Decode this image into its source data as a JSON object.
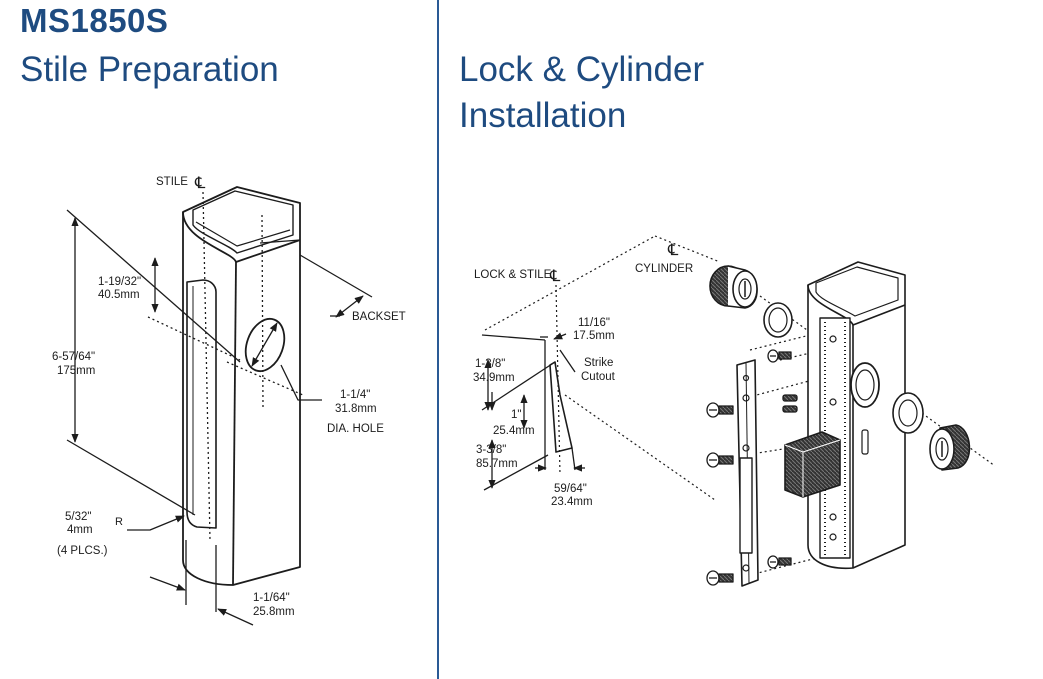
{
  "header": {
    "model": "MS1850S",
    "left_title": "Stile Preparation",
    "right_title_line1": "Lock & Cylinder",
    "right_title_line2": "Installation"
  },
  "colors": {
    "title": "#1e4b80",
    "divider": "#2a5a95",
    "line": "#1c1c1c"
  },
  "left_labels": {
    "stile": "STILE",
    "cl_symbol": "℄",
    "backset": "BACKSET",
    "dim_1_19_32_in": "1-19/32\"",
    "dim_1_19_32_mm": "40.5mm",
    "dim_6_57_64_in": "6-57/64\"",
    "dim_6_57_64_mm": "175mm",
    "dim_1_1_4_in": "1-1/4\"",
    "dim_1_1_4_mm": "31.8mm",
    "dia_hole": "DIA. HOLE",
    "dim_5_32_in": "5/32\"",
    "dim_5_32_mm": "4mm",
    "radius": "R",
    "places": "(4 PLCS.)",
    "dim_1_1_64_in": "1-1/64\"",
    "dim_1_1_64_mm": "25.8mm"
  },
  "right_labels": {
    "lock_stile": "LOCK & STILE",
    "cl_symbol": "℄",
    "cylinder": "CYLINDER",
    "dim_11_16_in": "11/16\"",
    "dim_11_16_mm": "17.5mm",
    "strike": "Strike",
    "cutout": "Cutout",
    "dim_1_3_8_in": "1-3/8\"",
    "dim_1_3_8_mm": "34.9mm",
    "dim_1_in": "1\"",
    "dim_1_mm": "25.4mm",
    "dim_3_3_8_in": "3-3/8\"",
    "dim_3_3_8_mm": "85.7mm",
    "dim_59_64_in": "59/64\"",
    "dim_59_64_mm": "23.4mm"
  }
}
